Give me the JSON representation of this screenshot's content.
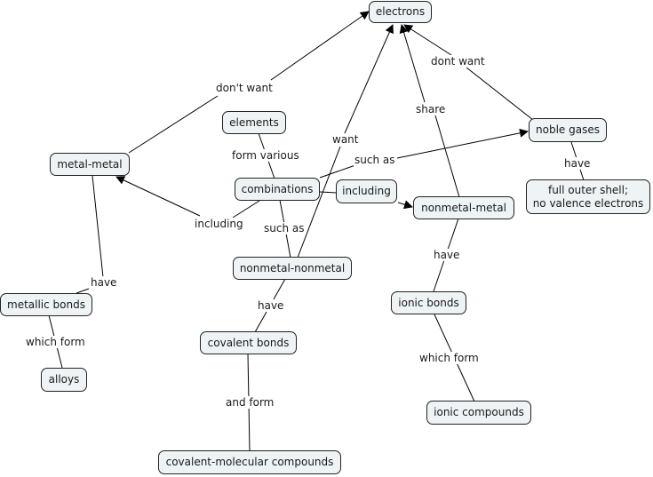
{
  "diagram": {
    "type": "concept-map",
    "colors": {
      "node_fill": "#eef3f5",
      "node_border": "#222222",
      "line": "#000000",
      "text": "#1a1a1a"
    },
    "nodes": {
      "electrons": "electrons",
      "noble_gases": "noble gases",
      "full_outer_shell": "full outer shell;\nno valence electrons",
      "elements": "elements",
      "metal_metal": "metal-metal",
      "combinations": "combinations",
      "including_box": "including",
      "nonmetal_metal": "nonmetal-metal",
      "nonmetal_nonmetal": "nonmetal-nonmetal",
      "metallic_bonds": "metallic bonds",
      "alloys": "alloys",
      "ionic_bonds": "ionic bonds",
      "covalent_bonds": "covalent bonds",
      "ionic_compounds": "ionic compounds",
      "covalent_molecular": "covalent-molecular compounds"
    },
    "links": {
      "dont_want_metal": "don't want",
      "dont_want_noble": "dont want",
      "want": "want",
      "share": "share",
      "form_various": "form various",
      "such_as_noble": "such as",
      "including_metal": "including",
      "such_as_nonmetal": "such as",
      "have_noble": "have",
      "have_metal": "have",
      "have_nonmetal_metal": "have",
      "have_nonmetal_nonmetal": "have",
      "which_form_metallic": "which form",
      "which_form_ionic": "which form",
      "and_form": "and form"
    }
  }
}
